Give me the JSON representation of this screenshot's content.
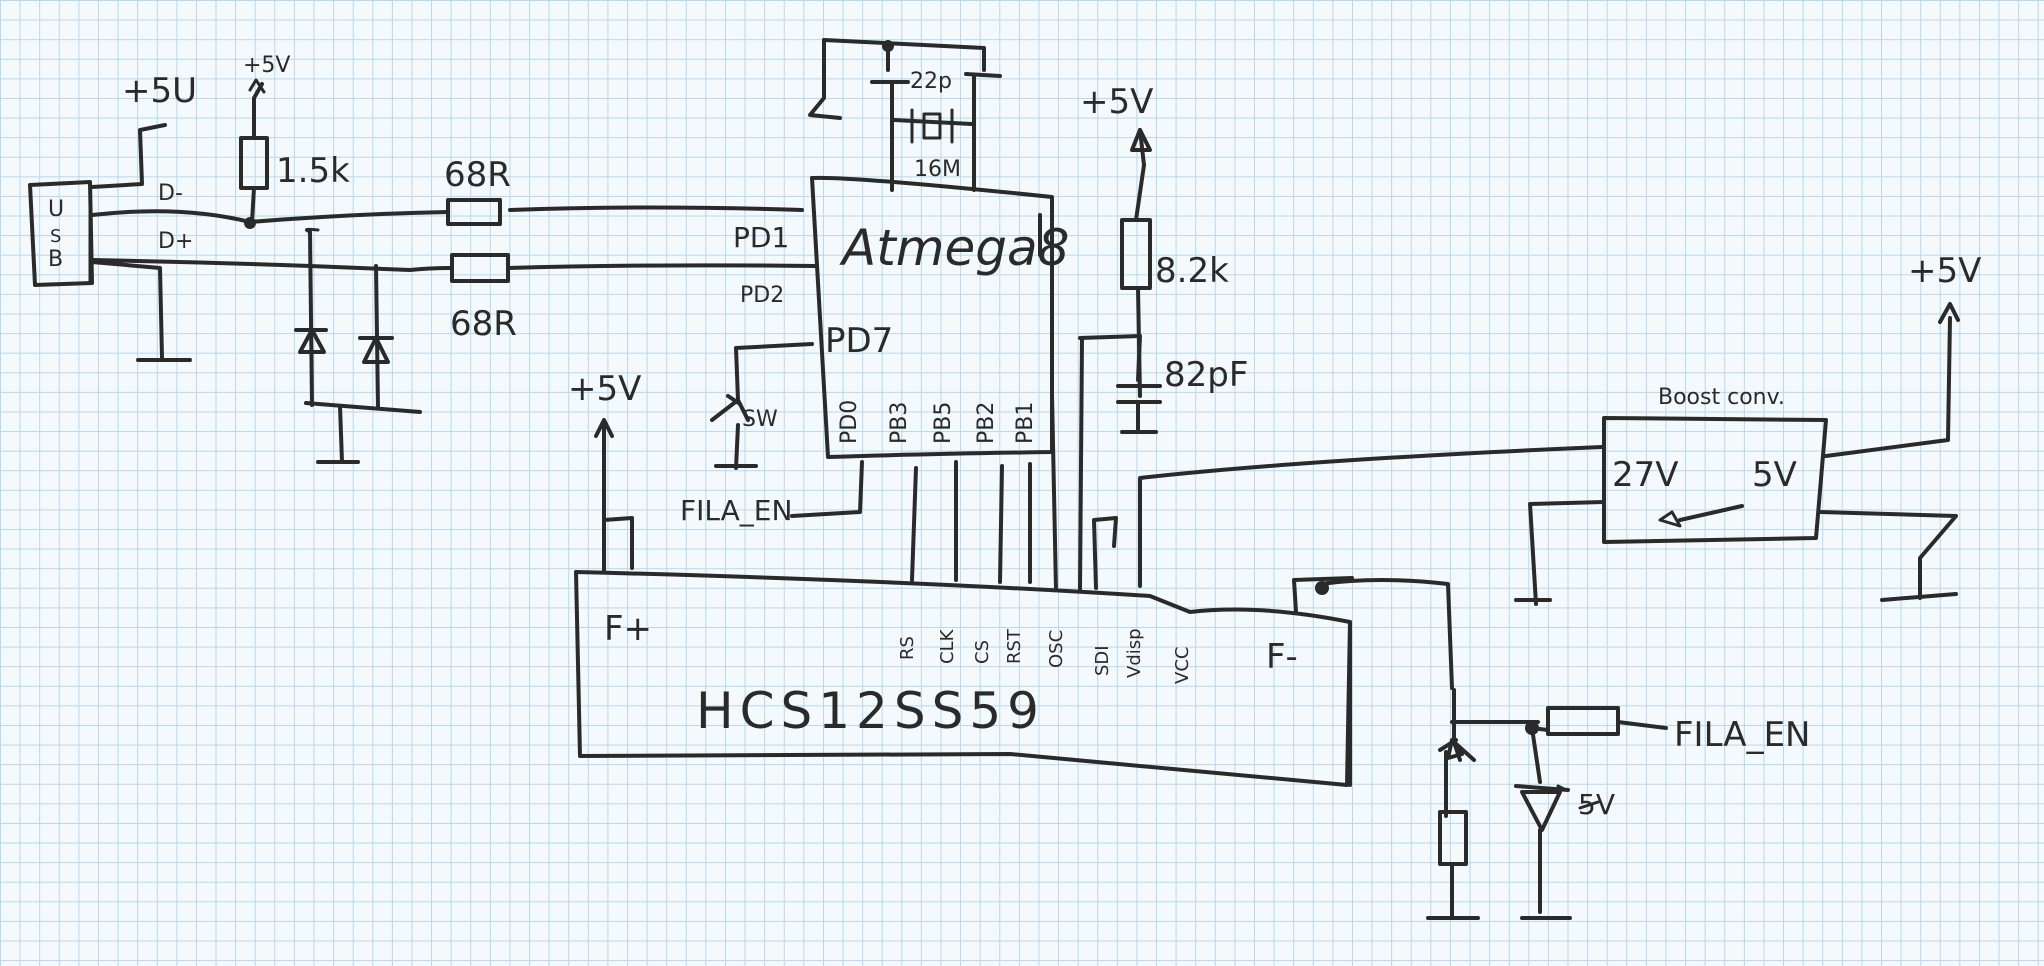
{
  "usb": {
    "label_u": "U",
    "label_s": "S",
    "label_b": "B",
    "dminus": "D-",
    "dplus": "D+"
  },
  "power": {
    "vcc_usb": "+5U",
    "vcc_pullup": "+5V",
    "vcc_reset": "+5V",
    "vcc_hcs": "+5V",
    "vcc_boost_out": "+5V"
  },
  "resistors": {
    "pullup": "1.5k",
    "series_top": "68R",
    "series_bottom": "68R",
    "reset": "8.2k",
    "base": "",
    "emitter": ""
  },
  "capacitors": {
    "crystal_caps": "22p",
    "reset_cap": "82pF"
  },
  "crystal": {
    "value": "16M"
  },
  "mcu": {
    "name": "Atmega8",
    "pin_pd1": "PD1",
    "pin_pd2": "PD2",
    "pin_pd7": "PD7",
    "bottom_pins": [
      "PD0",
      "PB3",
      "PB5",
      "PB2",
      "PB1"
    ]
  },
  "switch": {
    "label": "SW"
  },
  "net": {
    "fila_en_left": "FILA_EN",
    "fila_en_right": "FILA_EN"
  },
  "vfd": {
    "name": "HCS12SS59",
    "f_plus": "F+",
    "f_minus": "F-",
    "pins": [
      "RS",
      "CLK",
      "CS",
      "RST",
      "OSC",
      "SDI",
      "Vdisp",
      "VCC"
    ]
  },
  "boost": {
    "title": "Boost conv.",
    "in": "27V",
    "out": "5V"
  },
  "zener": {
    "label": "5V"
  }
}
